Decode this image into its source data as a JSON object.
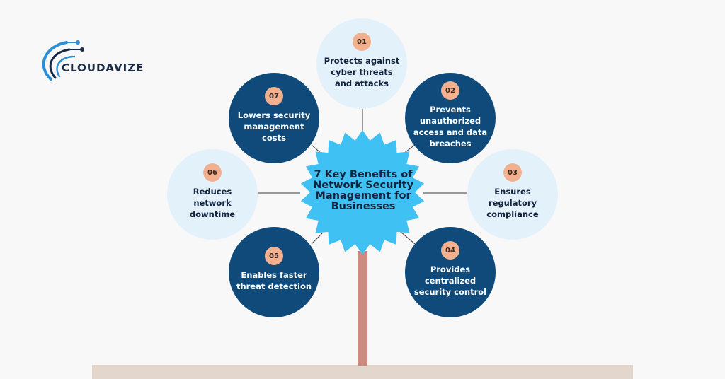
{
  "brand": {
    "name": "CLOUDAVIZE"
  },
  "center": {
    "title": "7 Key Benefits of Network Security Management for Businesses",
    "color": "#3fc1f3"
  },
  "benefits": [
    {
      "num": "01",
      "text": "Protects against cyber threats and attacks",
      "style": "light"
    },
    {
      "num": "02",
      "text": "Prevents unauthorized access and data breaches",
      "style": "dark"
    },
    {
      "num": "03",
      "text": "Ensures regulatory compliance",
      "style": "light"
    },
    {
      "num": "04",
      "text": "Provides centralized security control",
      "style": "dark"
    },
    {
      "num": "05",
      "text": "Enables faster threat detection",
      "style": "dark"
    },
    {
      "num": "06",
      "text": "Reduces network downtime",
      "style": "light"
    },
    {
      "num": "07",
      "text": "Lowers security management costs",
      "style": "dark"
    }
  ],
  "colors": {
    "dark_node": "#0f4a7a",
    "light_node": "#e3f1fb",
    "badge": "#f2b08f",
    "stem": "#cd8b80",
    "ground": "#e3d6cc"
  }
}
